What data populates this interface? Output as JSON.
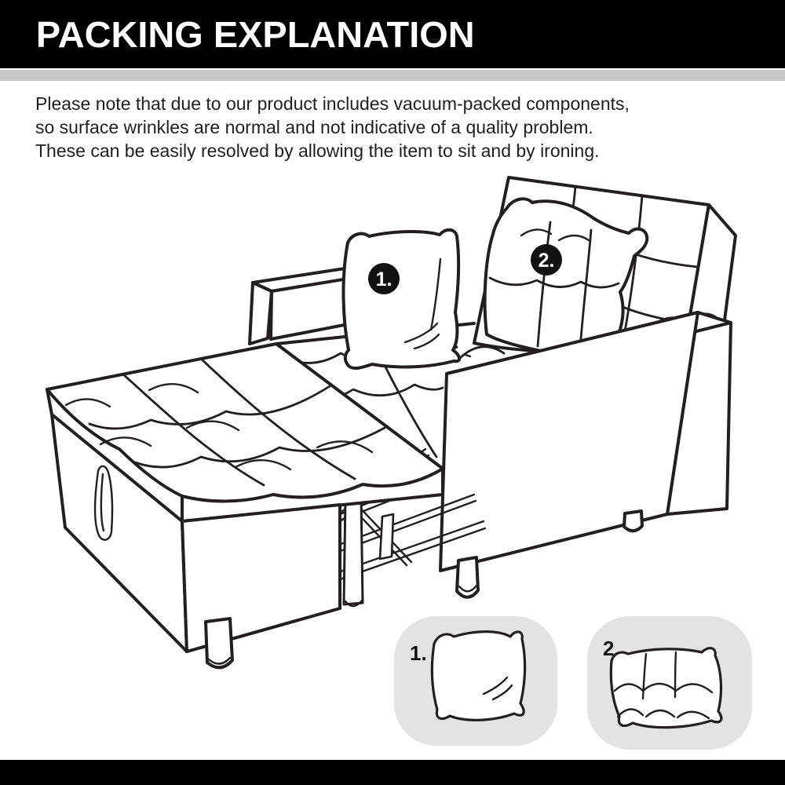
{
  "header": {
    "title": "PACKING EXPLANATION"
  },
  "notice": {
    "lines": [
      "Please note that due to our product includes vacuum-packed components,",
      "so surface wrinkles are normal and not indicative of a quality problem.",
      "These can be easily resolved by allowing the item to sit and by ironing."
    ]
  },
  "diagram": {
    "badges": [
      {
        "label": "1.",
        "meaning": "plain-square-pillow"
      },
      {
        "label": "2.",
        "meaning": "tufted-back-pillow"
      }
    ],
    "legend": [
      {
        "label": "1.",
        "icon": "plain-pillow-icon"
      },
      {
        "label": "2.",
        "icon": "tufted-pillow-icon"
      }
    ]
  },
  "colors": {
    "line": "#231f20",
    "header_bg": "#000000",
    "header_text": "#ffffff",
    "strip": "#c7c7c7",
    "legend_box": "#e3e3e3",
    "footer_bg": "#000000"
  }
}
